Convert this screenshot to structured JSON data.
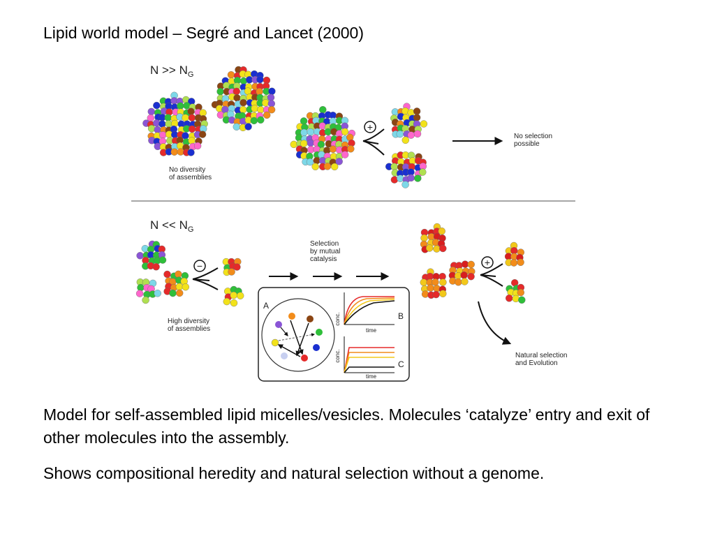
{
  "title": "Lipid world model – Segré and Lancet (2000)",
  "captions": {
    "line1": "Model for self-assembled lipid micelles/vesicles. Molecules ‘catalyze’ entry and exit of other molecules into the assembly.",
    "line2": "Shows compositional heredity and natural selection without a genome."
  },
  "figure": {
    "top": {
      "heading_main": "N >> N",
      "heading_sub": "G",
      "no_diversity_1": "No diversity",
      "no_diversity_2": "of assemblies",
      "plus_symbol": "+",
      "no_selection_1": "No selection",
      "no_selection_2": "possible"
    },
    "bottom": {
      "heading_main": "N << N",
      "heading_sub": "G",
      "minus_symbol": "−",
      "high_diversity_1": "High diversity",
      "high_diversity_2": "of assemblies",
      "selection_1": "Selection",
      "selection_2": "by mutual",
      "selection_3": "catalysis",
      "plus_symbol": "+",
      "natural_1": "Natural selection",
      "natural_2": "and Evolution"
    },
    "inset": {
      "label_a": "A",
      "label_b": "B",
      "label_c": "C",
      "yaxis": "conc.",
      "xaxis": "time"
    }
  },
  "colors": {
    "molecules_mixed": [
      "#e52a2a",
      "#f2e21a",
      "#2fbf3a",
      "#8a55d6",
      "#1a2fd0",
      "#f28c1a",
      "#7dd8e8",
      "#8b4513",
      "#ff66cc",
      "#b0e050"
    ],
    "molecules_selected": [
      "#e52a2a",
      "#f2c81a",
      "#f28c1a",
      "#d81e1e"
    ],
    "molecules_green": [
      "#2fbf3a",
      "#f2e21a",
      "#e52a2a",
      "#f28c1a"
    ]
  }
}
